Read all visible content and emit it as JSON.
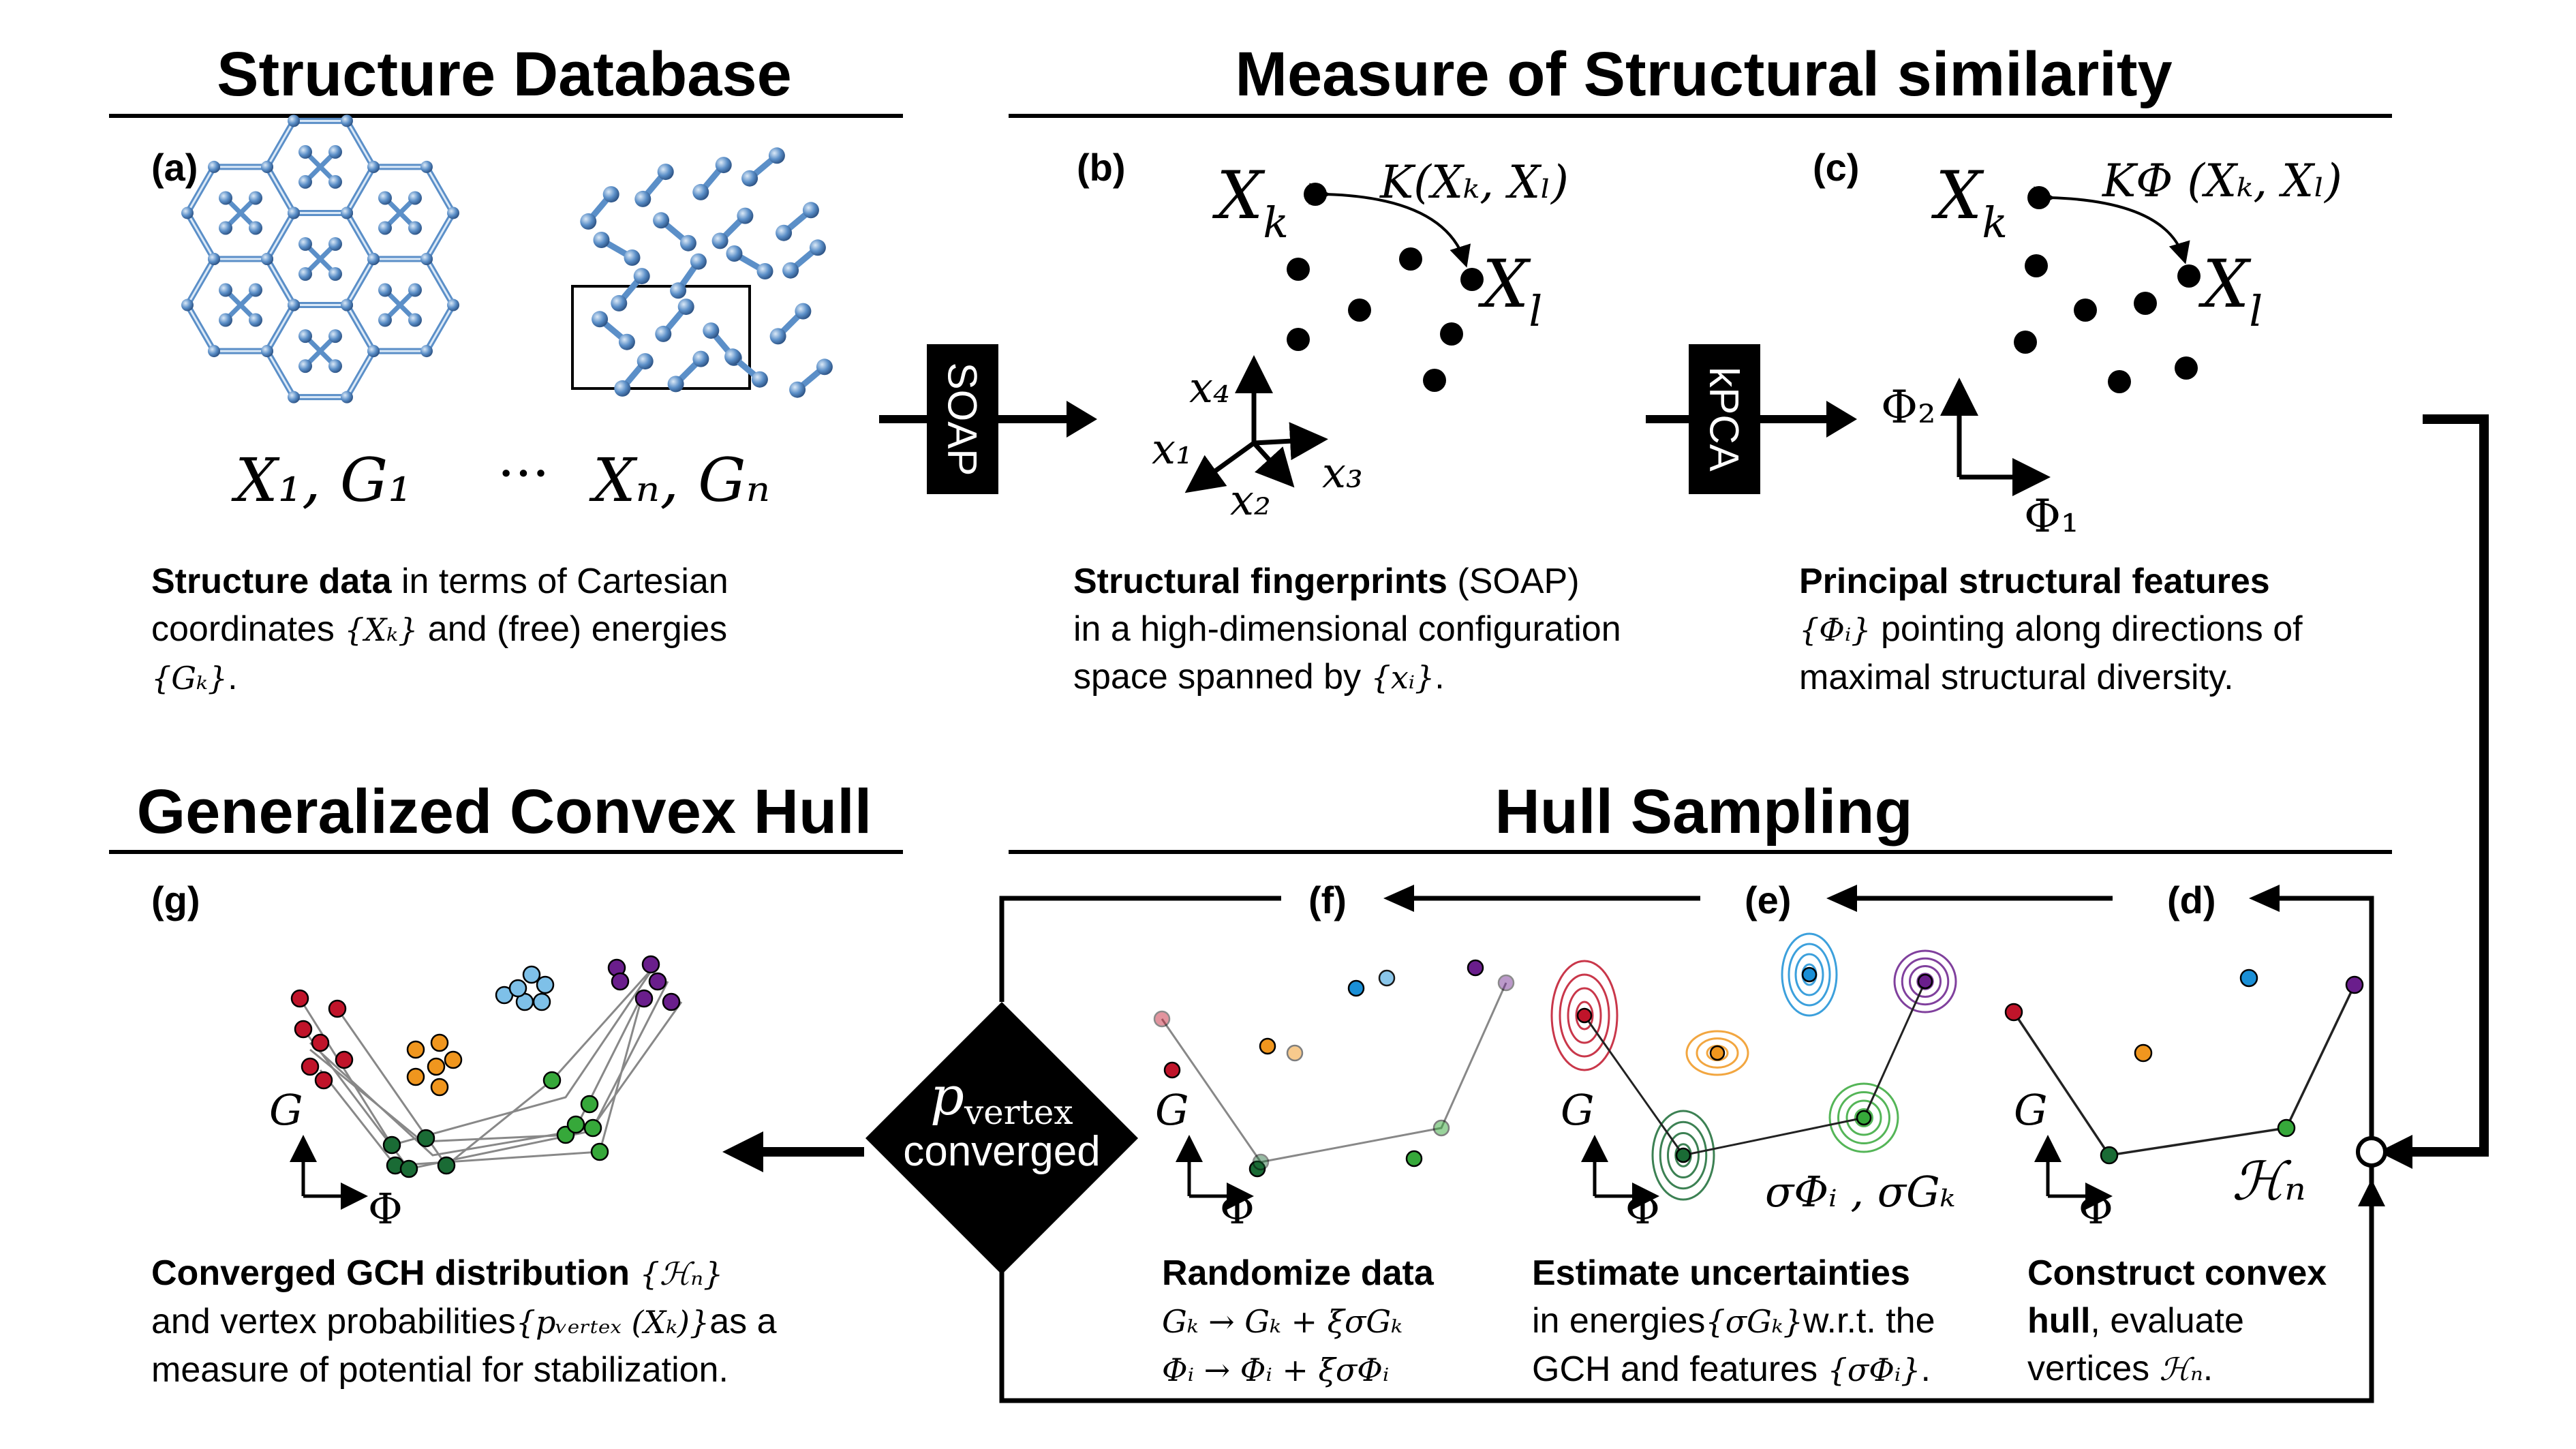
{
  "sections": {
    "db_title": "Structure Database",
    "sim_title": "Measure of Structural similarity",
    "gch_title": "Generalized Convex Hull",
    "sampling_title": "Hull Sampling"
  },
  "panels": {
    "a": "(a)",
    "b": "(b)",
    "c": "(c)",
    "d": "(d)",
    "e": "(e)",
    "f": "(f)",
    "g": "(g)"
  },
  "arrows": {
    "soap": "SOAP",
    "kpca": "kPCA",
    "diamond_line1": "p",
    "diamond_sub": "vertex",
    "diamond_line2": "converged"
  },
  "math": {
    "x1g1": "X₁, G₁",
    "dots": "···",
    "xngn": "Xₙ, Gₙ",
    "xk": "X",
    "xk_sub": "k",
    "xl": "X",
    "xl_sub": "l",
    "kernel": "K(Xₖ, Xₗ)",
    "kernel_phi": "KΦ (Xₖ, Xₗ)",
    "x1": "x₁",
    "x2": "x₂",
    "x3": "x₃",
    "x4": "x₄",
    "phi1": "Φ₁",
    "phi2": "Φ₂",
    "G": "G",
    "Phi": "Φ",
    "hull_n": "ℋₙ",
    "sigmas": "σΦᵢ , σGₖ"
  },
  "captions": {
    "a_bold": "Structure data",
    "a_1": " in terms of Cartesian",
    "a_2a": "coordinates ",
    "a_2m": "{Xₖ}",
    "a_2b": " and (free) energies",
    "a_3m": "{Gₖ}",
    "a_3b": ".",
    "b_bold": "Structural fingerprints",
    "b_1": " (SOAP)",
    "b_2": "in a high-dimensional configuration",
    "b_3a": "space spanned by ",
    "b_3m": "{xᵢ}",
    "b_3b": ".",
    "c_bold": "Principal structural features",
    "c_2m": "{Φᵢ}",
    "c_2b": " pointing along directions of",
    "c_3": "maximal structural diversity.",
    "d_bold1": "Construct convex",
    "d_bold2": "hull",
    "d_2b": ", evaluate",
    "d_3a": "vertices ",
    "d_3m": "ℋₙ",
    "d_3b": ".",
    "e_bold": "Estimate uncertainties",
    "e_2a": "in energies",
    "e_2m": "{σGₖ}",
    "e_2b": "w.r.t. the",
    "e_3a": "GCH and features ",
    "e_3m": "{σΦᵢ}",
    "e_3b": ".",
    "f_bold": "Randomize data",
    "f_2m": "Gₖ → Gₖ + ξσGₖ",
    "f_3m": "Φᵢ → Φᵢ + ξσΦᵢ",
    "g_bold": "Converged GCH distribution",
    "g_1m": " {ℋₙ}",
    "g_2a": "and vertex probabilities",
    "g_2m": "{pᵥₑᵣₜₑₓ (Xₖ)}",
    "g_2b": "as a",
    "g_3": "measure of potential for stabilization."
  },
  "colors": {
    "red": "#c0142a",
    "orange": "#f0961e",
    "lightblue": "#7ec0e8",
    "blue": "#1a8fd6",
    "purple": "#6a1e8c",
    "green": "#36a83a",
    "darkgreen": "#1a6b35",
    "crystal": "#5b8fc8"
  }
}
